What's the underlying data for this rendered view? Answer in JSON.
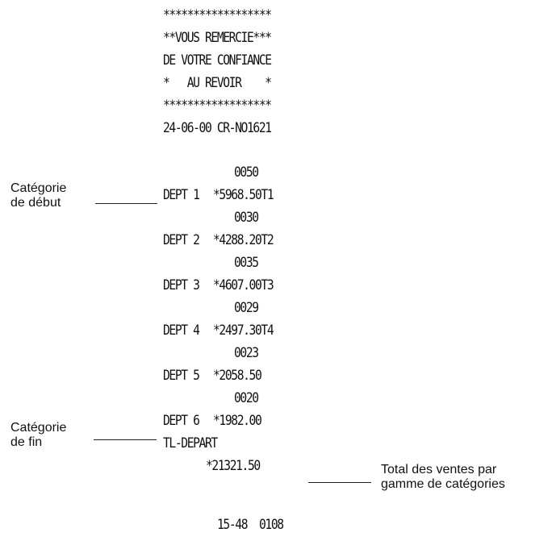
{
  "receipt": {
    "header_lines": [
      "******************",
      "**VOUS REMERCIE***",
      "DE VOTRE CONFIANCE",
      "*   AU REVOIR    *",
      "******************",
      "24-06-00 CR-NO1621"
    ],
    "departments": [
      {
        "count": "0050",
        "label": "DEPT 1",
        "amount": "*5968.50T1"
      },
      {
        "count": "0030",
        "label": "DEPT 2",
        "amount": "*4288.20T2"
      },
      {
        "count": "0035",
        "label": "DEPT 3",
        "amount": "*4607.00T3"
      },
      {
        "count": "0029",
        "label": "DEPT 4",
        "amount": "*2497.30T4"
      },
      {
        "count": "0023",
        "label": "DEPT 5",
        "amount": "*2058.50"
      },
      {
        "count": "0020",
        "label": "DEPT 6",
        "amount": "*1982.00"
      }
    ],
    "total_label": "TL-DEPART",
    "total_amount": "*21321.50",
    "footer": "15-48  0108"
  },
  "annotations": {
    "start_line1": "Catégorie",
    "start_line2": "de début",
    "end_line1": "Catégorie",
    "end_line2": "de fin",
    "total_line1": "Total des ventes par",
    "total_line2": "gamme de catégories"
  }
}
